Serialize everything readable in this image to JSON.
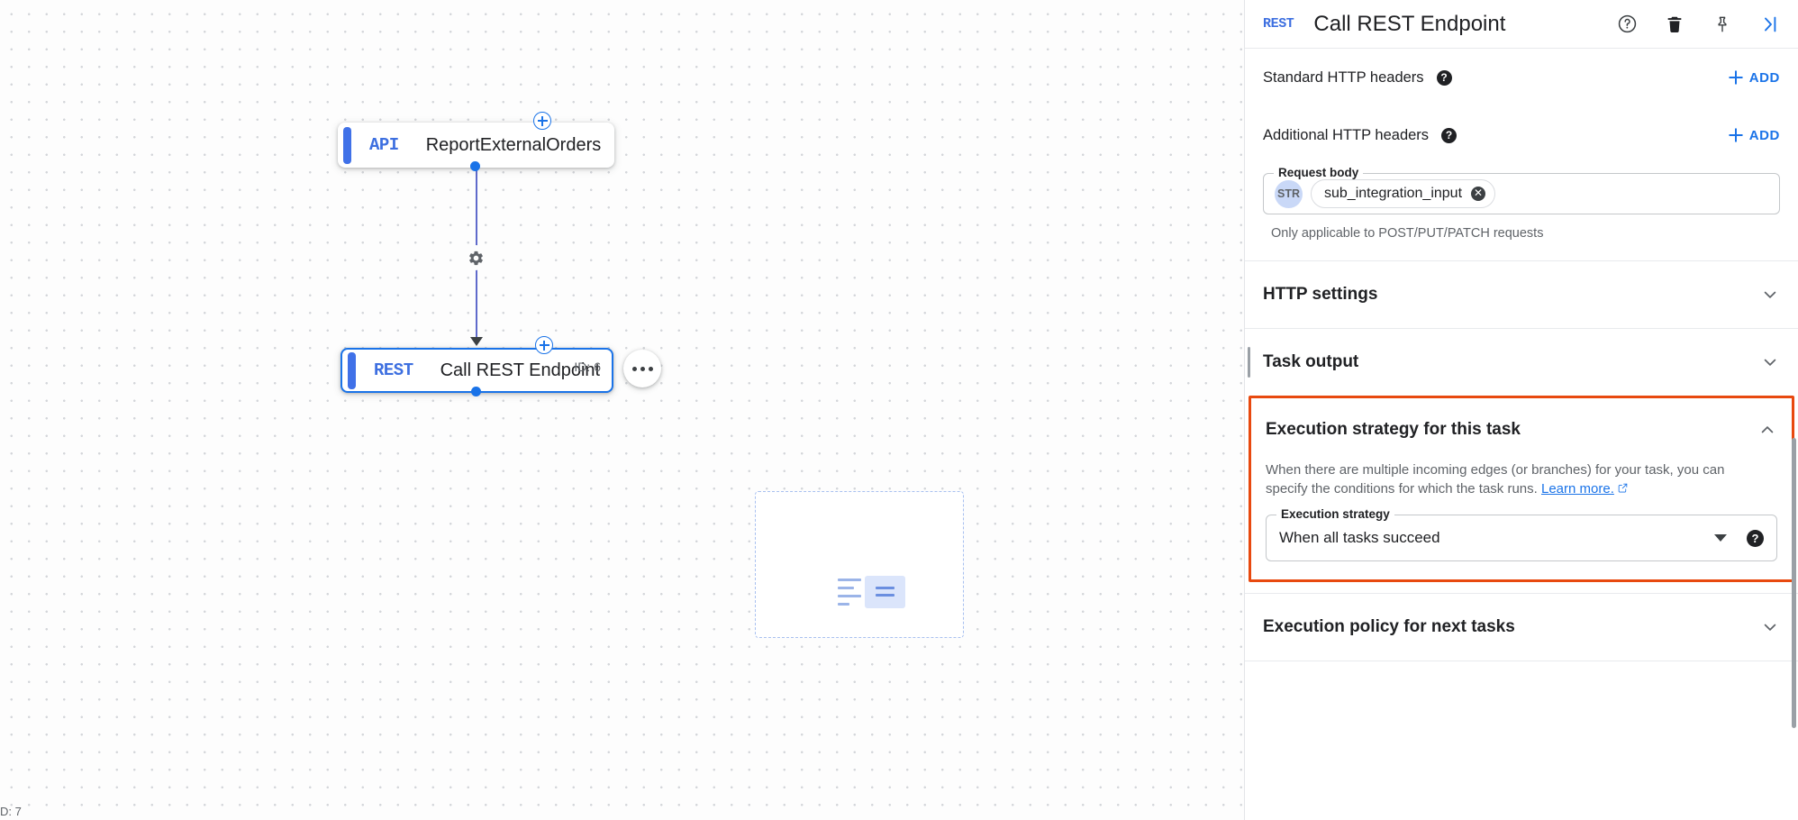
{
  "canvas": {
    "corner_label": "D: 7",
    "nodes": [
      {
        "badge": "API",
        "label": "ReportExternalOrders",
        "id_label": ""
      },
      {
        "badge": "REST",
        "label": "Call REST Endpoint",
        "id_label": "ID: 6"
      }
    ],
    "icons": {
      "add_node": "plus-icon",
      "edge_settings": "gear-icon",
      "node_menu": "more-options-icon"
    }
  },
  "panel": {
    "header": {
      "badge": "REST",
      "title": "Call REST Endpoint",
      "icons": {
        "help": "help-circle-icon",
        "delete": "trash-icon",
        "pin": "pin-icon",
        "collapse": "collapse-panel-icon"
      }
    },
    "standard_headers": {
      "label": "Standard HTTP headers",
      "help": "help-icon",
      "add_label": "ADD"
    },
    "additional_headers": {
      "label": "Additional HTTP headers",
      "help": "help-icon",
      "add_label": "ADD"
    },
    "request_body": {
      "legend": "Request body",
      "type_badge": "STR",
      "value": "sub_integration_input",
      "remove_icon": "close-icon",
      "helper": "Only applicable to POST/PUT/PATCH requests"
    },
    "sections": [
      {
        "title": "HTTP settings",
        "expanded": false,
        "chevron": "chevron-down-icon"
      },
      {
        "title": "Task output",
        "expanded": false,
        "chevron": "chevron-down-icon"
      },
      {
        "title": "Execution policy for next tasks",
        "expanded": false,
        "chevron": "chevron-down-icon"
      }
    ],
    "execution_strategy": {
      "title": "Execution strategy for this task",
      "chevron": "chevron-up-icon",
      "description_part1": "When there are multiple incoming edges (or branches) for your task, you can specify the conditions for which the task runs. ",
      "learn_more": "Learn more.",
      "field_legend": "Execution strategy",
      "value": "When all tasks succeed",
      "caret": "chevron-down-icon",
      "help": "help-icon",
      "highlight_color": "#e8490f"
    }
  },
  "colors": {
    "accent_blue": "#1a73e8",
    "node_blue": "#4071e8",
    "highlight": "#e8490f",
    "text_primary": "#202124",
    "text_secondary": "#5f6368"
  }
}
